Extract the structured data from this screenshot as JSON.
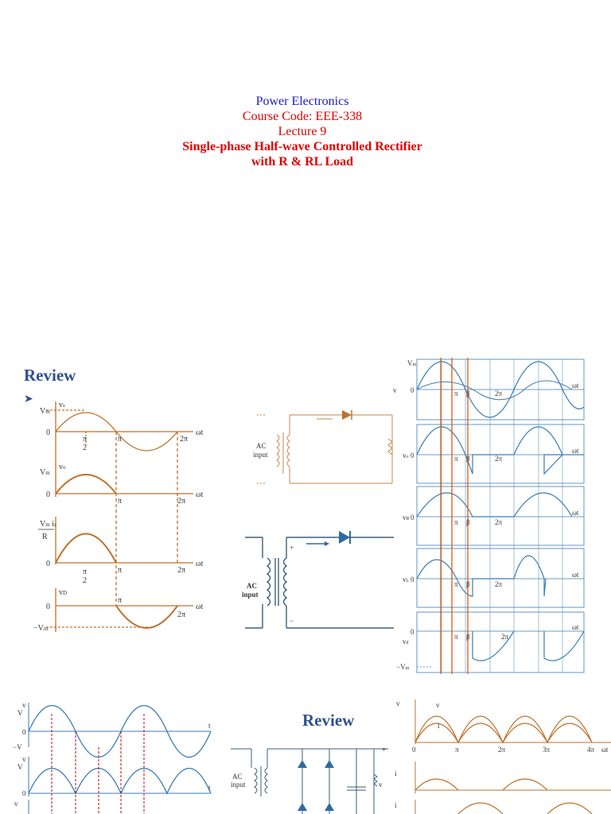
{
  "title": {
    "line1": "Power  Electronics",
    "line2": "Course Code: EEE-338",
    "line3": "Lecture 9",
    "line4": "Single-phase Half-wave Controlled Rectifier",
    "line5": "with R & RL Load"
  },
  "slide1": {
    "heading": "Review",
    "waveforms": {
      "vs_label": "v",
      "vs_sub": "s",
      "vm": "V",
      "vm_sub": "m",
      "zero": "0",
      "omega_t": "ωt",
      "pi": "π",
      "two_pi": "2π",
      "pi_over_2_num": "π",
      "pi_over_2_den": "2",
      "vo_label": "v",
      "vo_sub": "o",
      "io_label": "i",
      "io_sub": "s",
      "R": "R",
      "vd_label": "v",
      "vd_sub": "D",
      "neg_vm": "−V",
      "neg_vm_sub": "m"
    },
    "circuit_top": {
      "ac": "AC",
      "input": "input"
    },
    "circuit_bottom": {
      "ac": "AC",
      "input": "input",
      "plus": "+",
      "minus": "−"
    },
    "rl_waveforms": {
      "vm": "V",
      "vm_sub": "m",
      "vs_io": "v",
      "zero": "0",
      "pi": "π",
      "beta": "β",
      "two_pi": "2π",
      "omega_t": "ωt",
      "vo": "v",
      "vo_sub": "o",
      "vr": "v",
      "vr_sub": "R",
      "vl": "v",
      "vl_sub": "L",
      "vd": "v",
      "vd_sub": "d",
      "neg_vm": "−V",
      "neg_vm_sub": "m"
    }
  },
  "slide2": {
    "heading": "Review",
    "left_waves": {
      "vs": "v",
      "vm": "V",
      "zero": "0",
      "neg_vm": "−V",
      "t": "t",
      "vo": "v",
      "vd": "v"
    },
    "circuit": {
      "ac": "AC",
      "input": "input",
      "vo": "v",
      "plus": "+"
    },
    "right_waves": {
      "vo_io": "v",
      "vo": "v",
      "io": "i",
      "zero": "0",
      "pi": "π",
      "two_pi": "2π",
      "three_pi": "3π",
      "four_pi": "4π",
      "omega_t": "ωt",
      "id1_id2": "i",
      "id3_id4": "i"
    }
  },
  "colors": {
    "title_blue": "#1a1acc",
    "title_red": "#e00000",
    "review": "#2f4f8f",
    "wave_orange": "#c0702a",
    "wave_blue": "#3a7db8",
    "marker_red": "#cc0000"
  }
}
